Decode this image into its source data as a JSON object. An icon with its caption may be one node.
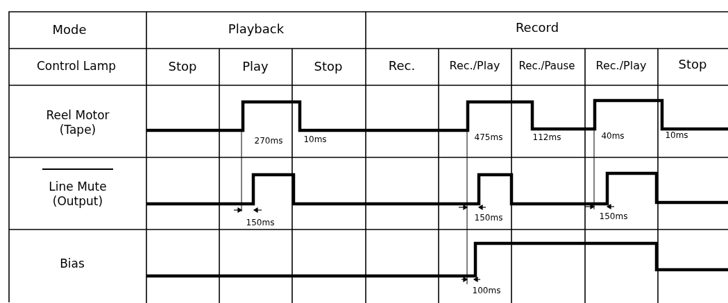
{
  "diagram": {
    "labels": [
      "Mode",
      "Playback",
      "Record",
      "Control Lamp",
      "Stop",
      "Play",
      "Stop",
      "Rec.",
      "Rec./Play",
      "Rec./Pause",
      "Rec./Play",
      "Stop",
      "Reel Motor (Tape)",
      "270ms",
      "10ms",
      "475ms",
      "112ms",
      "40ms",
      "10ms",
      "Line Mute (Output)",
      "150ms",
      "150ms",
      "150ms",
      "Bias",
      "100ms"
    ]
  }
}
